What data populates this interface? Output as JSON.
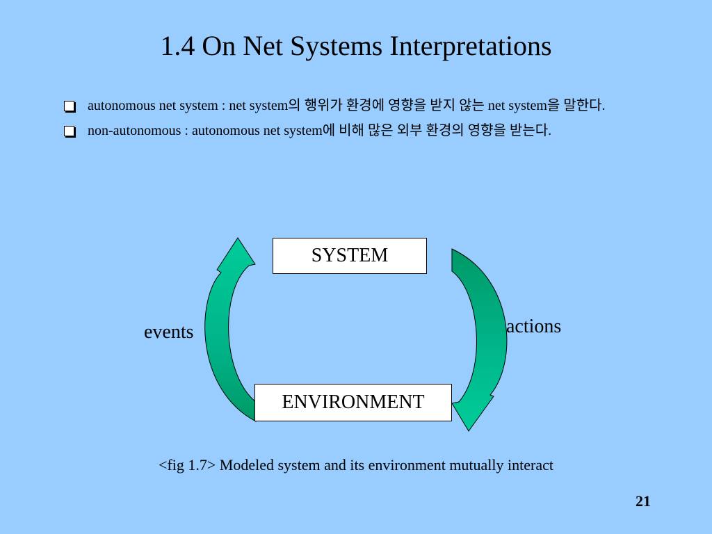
{
  "slide": {
    "title": "1.4 On Net Systems Interpretations",
    "bullets": [
      "autonomous net system : net system의 행위가 환경에 영향을 받지 않는 net system을 말한다.",
      "non-autonomous : autonomous net system에 비해 많은 외부 환경의 영향을 받는다."
    ],
    "bullet_icon": "hollow-square-bullet"
  },
  "diagram": {
    "system_label": "SYSTEM",
    "environment_label": "ENVIRONMENT",
    "events_label": "events",
    "actions_label": "actions",
    "arrow_color_light": "#00cc99",
    "arrow_color_dark": "#009966",
    "arrow_icon": "curved-arrow"
  },
  "caption": "<fig 1.7> Modeled system and its environment mutually interact",
  "page_number": "21"
}
